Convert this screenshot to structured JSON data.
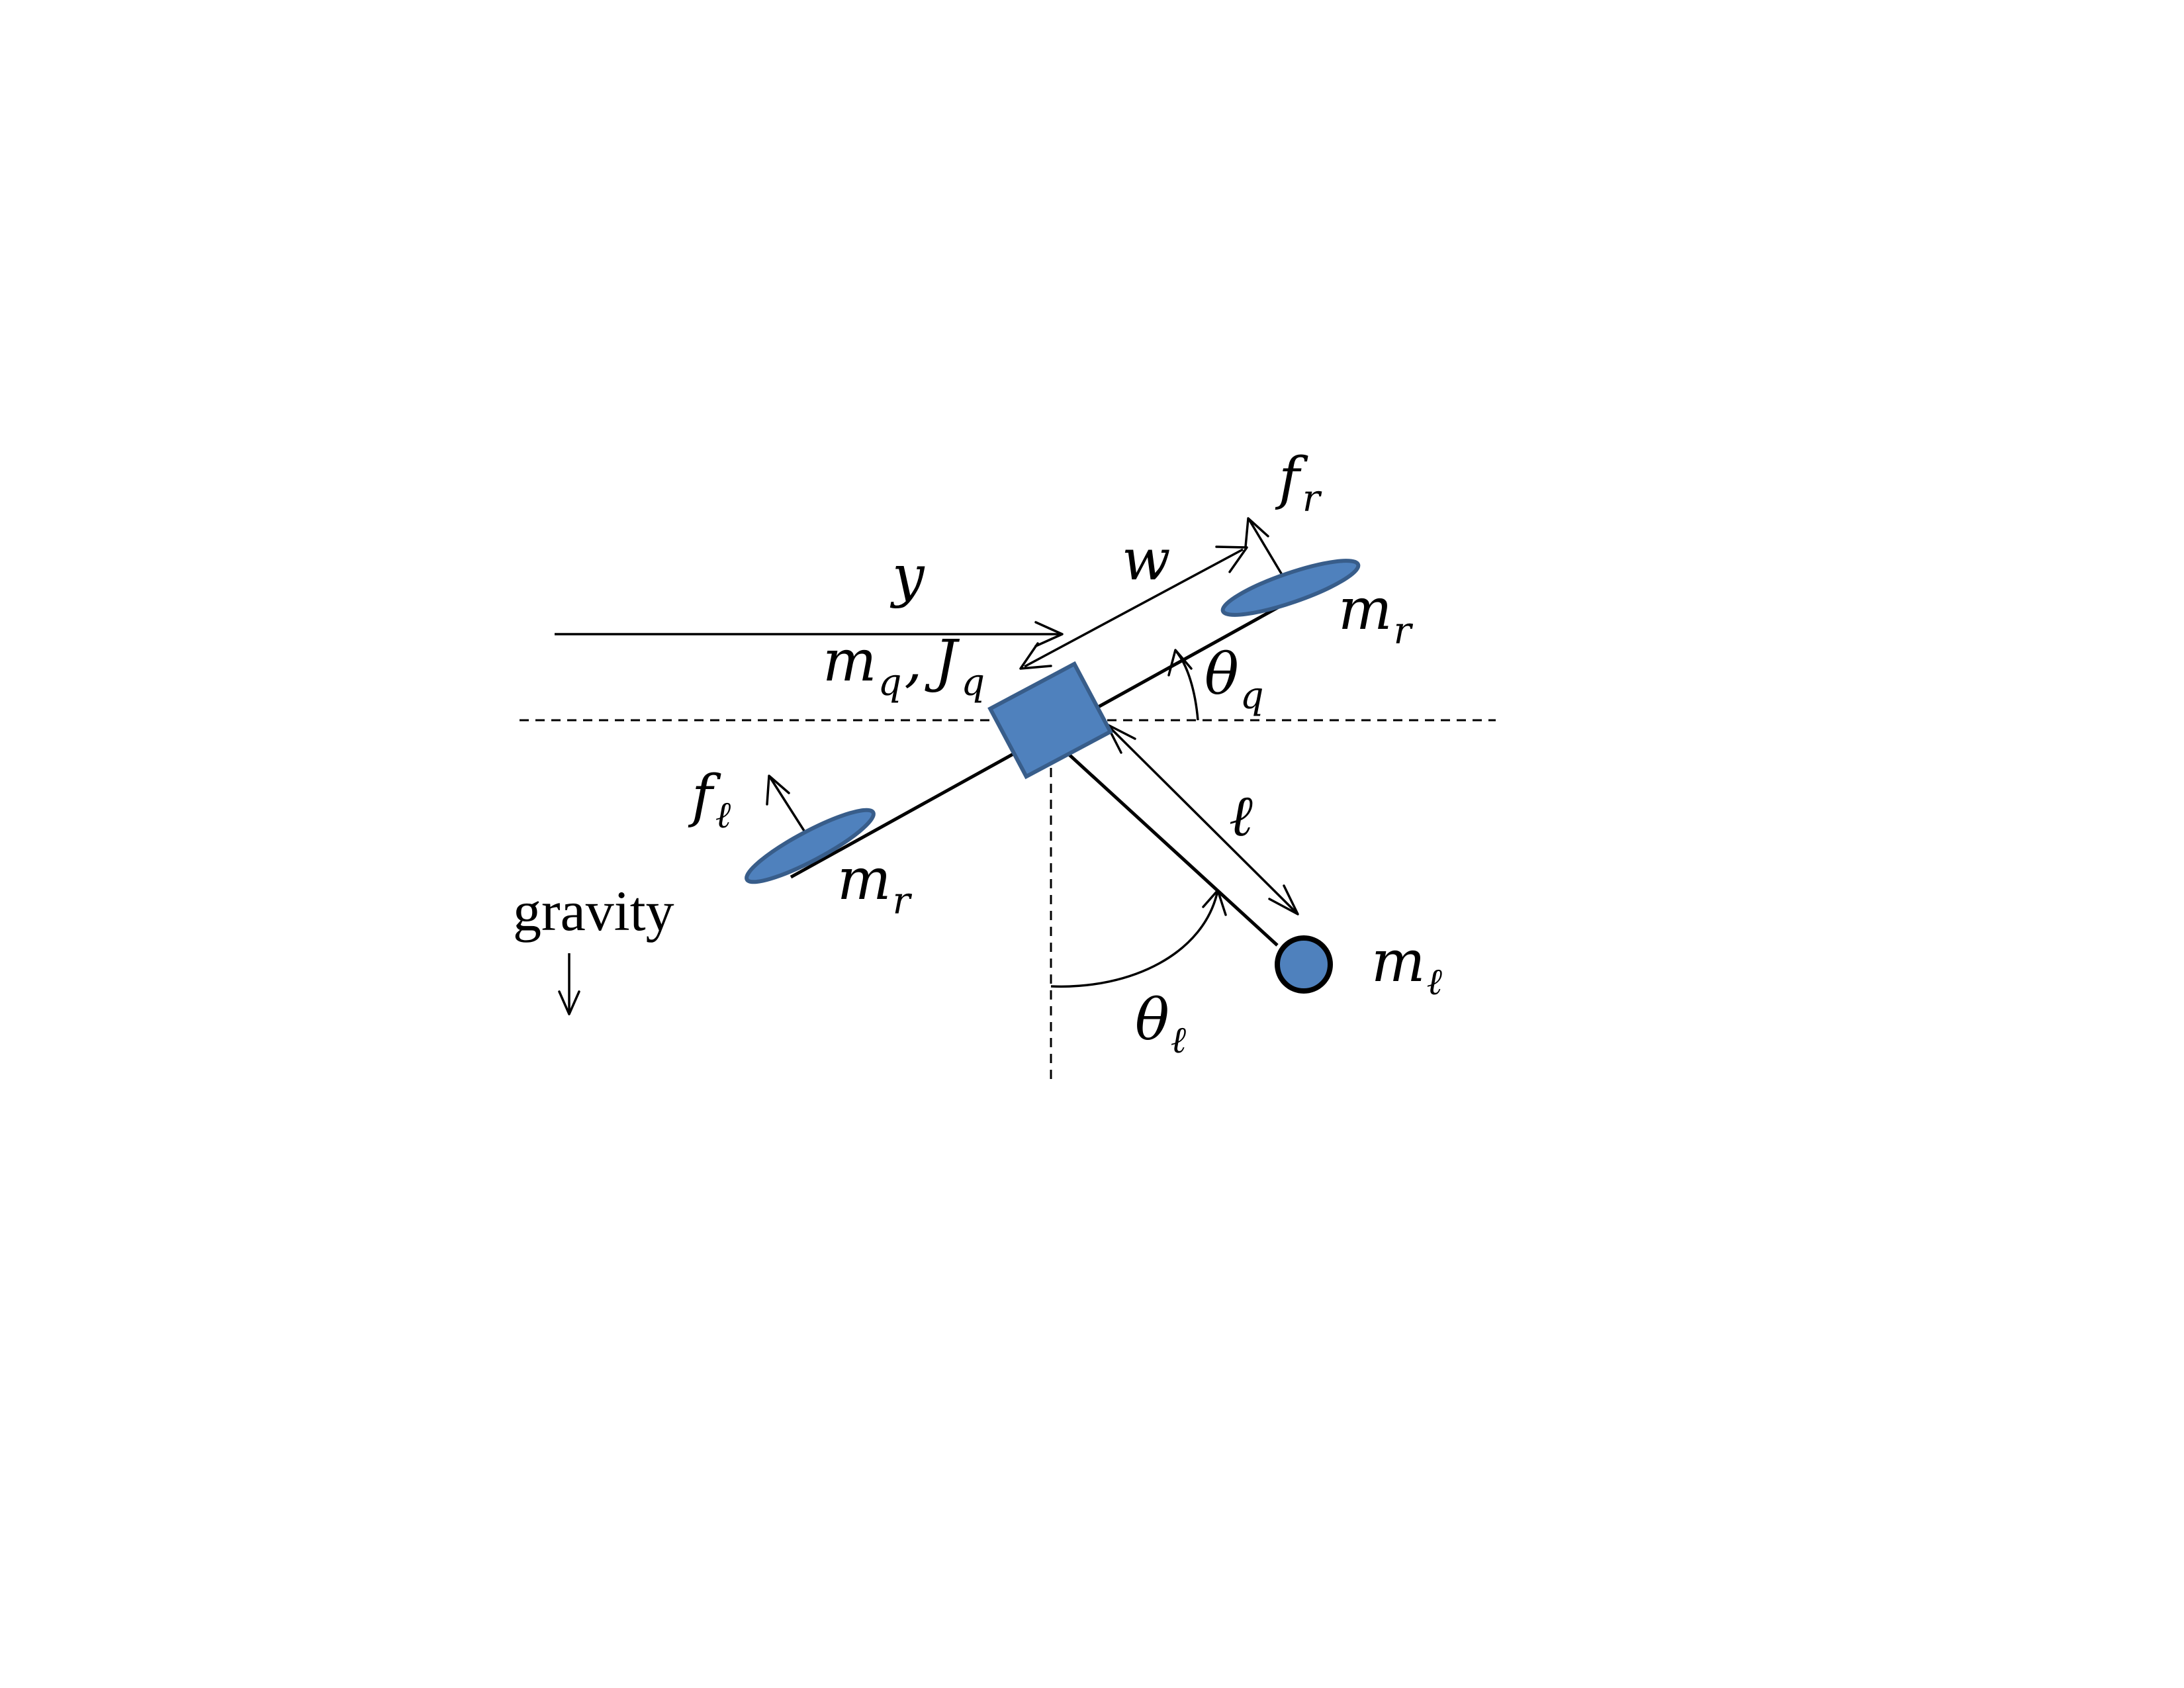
{
  "colors": {
    "body_fill": "#4f81bd",
    "body_stroke": "#385d8a",
    "line": "#000000"
  },
  "labels": {
    "y": {
      "main": "y",
      "sub": ""
    },
    "w": {
      "main": "w",
      "sub": ""
    },
    "fr": {
      "main": "f",
      "sub": "r"
    },
    "fl": {
      "main": "f",
      "sub": "ℓ"
    },
    "mr_right": {
      "main": "m",
      "sub": "r"
    },
    "mr_left": {
      "main": "m",
      "sub": "r"
    },
    "mq": {
      "main": "m",
      "sub": "q"
    },
    "comma": ",",
    "jq": {
      "main": "J",
      "sub": "q"
    },
    "theta_q": {
      "main": "θ",
      "sub": "q"
    },
    "ell": {
      "main": "ℓ",
      "sub": ""
    },
    "ml": {
      "main": "m",
      "sub": "ℓ"
    },
    "theta_l": {
      "main": "θ",
      "sub": "ℓ"
    },
    "gravity": "gravity"
  }
}
